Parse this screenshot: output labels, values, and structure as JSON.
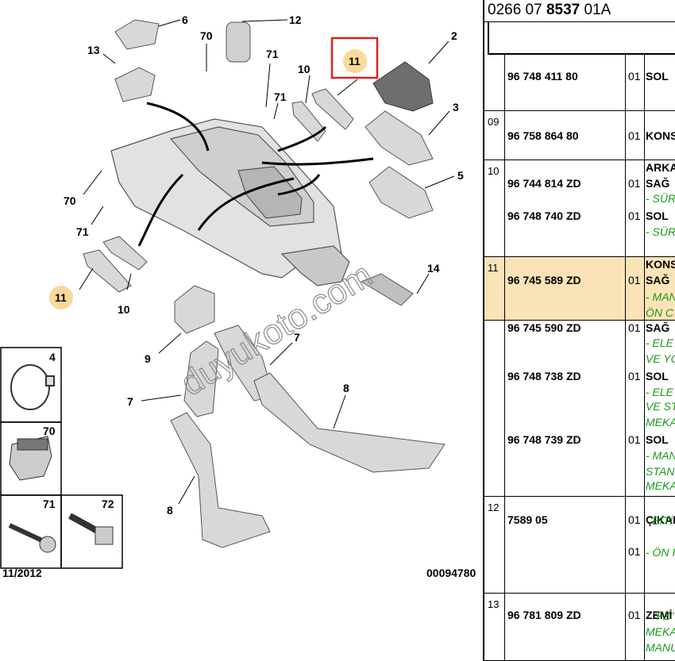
{
  "diagram": {
    "footer_date": "11/2012",
    "footer_code": "00094780",
    "watermark": "duyukoto.com",
    "callouts": [
      "6",
      "12",
      "70",
      "13",
      "71",
      "71",
      "11",
      "2",
      "10",
      "3",
      "5",
      "70",
      "71",
      "11",
      "10",
      "14",
      "9",
      "7",
      "7",
      "8",
      "8"
    ],
    "highlight_callout": "11",
    "inset_labels": [
      "4",
      "70",
      "71",
      "72"
    ],
    "colors": {
      "highlight_fill": "#fbd99a",
      "highlight_box": "#e0201a",
      "part_gray": "#d8d8d8"
    }
  },
  "parts_table": {
    "header": {
      "prefix": "0266 07 ",
      "bold": "8537",
      "suffix": " 01A"
    },
    "rows": [
      {
        "num": "",
        "entries": [
          {
            "part": "96 748 411 80",
            "qty": "01",
            "desc": "SOL",
            "notes": []
          }
        ]
      },
      {
        "num": "09",
        "entries": [
          {
            "part": "96 758 864 80",
            "qty": "01",
            "desc": "KONS",
            "notes": []
          }
        ]
      },
      {
        "num": "10",
        "entries": [
          {
            "part": "96 744 814 ZD",
            "qty": "01",
            "desc": "ARKA\nSAĞ",
            "notes": [
              "- SÜR"
            ]
          },
          {
            "part": "96 748 740 ZD",
            "qty": "01",
            "desc": "SOL",
            "notes": [
              "- SÜR"
            ]
          }
        ]
      },
      {
        "num": "11",
        "highlight": true,
        "entries": [
          {
            "part": "96 745 589 ZD",
            "qty": "01",
            "desc": "KONS\nSAĞ",
            "notes": [
              "- MAN",
              "ÖN C"
            ]
          }
        ]
      },
      {
        "num": "",
        "entries": [
          {
            "part": "96 745 590 ZD",
            "qty": "01",
            "desc": "SAĞ",
            "notes": [
              "- ELE",
              "VE YC"
            ]
          },
          {
            "part": "96 748 738 ZD",
            "qty": "01",
            "desc": "SOL",
            "notes": [
              "- ELE",
              "VE ST",
              "MEKA"
            ]
          },
          {
            "part": "96 748 739 ZD",
            "qty": "01",
            "desc": "SOL",
            "notes": [
              "- MAN",
              "STAN",
              "MEKA"
            ]
          }
        ]
      },
      {
        "num": "12",
        "entries": [
          {
            "part": "7589 05",
            "qty": "01",
            "desc": "ÇIKAR",
            "notes": [
              "- BİTİ"
            ]
          },
          {
            "part": "",
            "qty": "01",
            "desc": "",
            "notes": [
              "- ÖN I"
            ]
          }
        ]
      },
      {
        "num": "13",
        "entries": [
          {
            "part": "96 781 809 ZD",
            "qty": "01",
            "desc": "ZEMİ",
            "notes": [
              "- \"FZ\"",
              "MEKA",
              "MANU"
            ]
          }
        ]
      }
    ]
  }
}
